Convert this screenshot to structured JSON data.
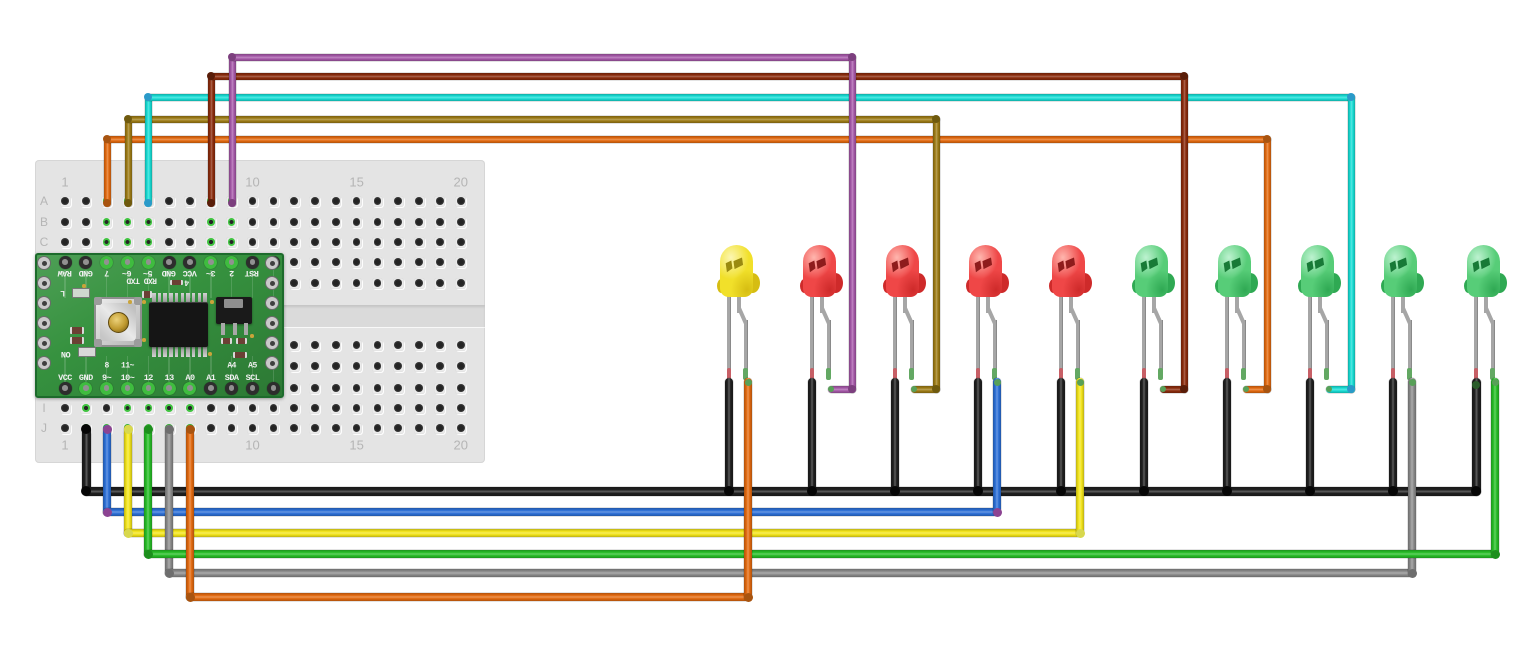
{
  "canvas": {
    "background": "#ffffff"
  },
  "breadboard": {
    "column_numbers": [
      {
        "label": "1",
        "col": 1
      },
      {
        "label": "10",
        "col": 10
      },
      {
        "label": "15",
        "col": 15
      },
      {
        "label": "20",
        "col": 20
      }
    ],
    "row_letters_top": [
      "A",
      "B",
      "C"
    ],
    "row_letters_bottom": [
      "I",
      "J"
    ]
  },
  "board": {
    "top_pins": [
      "RAW",
      "GND",
      "7",
      "6~",
      "5~",
      "GND",
      "VCC",
      "3~",
      "2",
      "RST"
    ],
    "pin4_label": "4",
    "serial_label": "RXD TXD",
    "bottom_upper_labels": [
      {
        "label": "8",
        "col": 3
      },
      {
        "label": "11~",
        "col": 4
      },
      {
        "label": "A4",
        "col": 9
      },
      {
        "label": "A5",
        "col": 10
      }
    ],
    "bottom_lower_labels": [
      {
        "label": "VCC",
        "col": 1
      },
      {
        "label": "GND",
        "col": 2
      },
      {
        "label": "9~",
        "col": 3
      },
      {
        "label": "10~",
        "col": 4
      },
      {
        "label": "12",
        "col": 5
      },
      {
        "label": "13",
        "col": 6
      },
      {
        "label": "A0",
        "col": 7
      },
      {
        "label": "A1",
        "col": 8
      },
      {
        "label": "SDA",
        "col": 9
      },
      {
        "label": "SCL",
        "col": 10
      }
    ],
    "led_label": "L",
    "on_label": "ON"
  },
  "leds": [
    {
      "body": "yellow",
      "wire": "orange",
      "pin": "A0"
    },
    {
      "body": "red",
      "wire": "purple",
      "pin": "2"
    },
    {
      "body": "red",
      "wire": "olive",
      "pin": "6~"
    },
    {
      "body": "red",
      "wire": "blue",
      "pin": "9~"
    },
    {
      "body": "red",
      "wire": "yellow",
      "pin": "10~"
    },
    {
      "body": "green",
      "wire": "brown",
      "pin": "3~"
    },
    {
      "body": "green",
      "wire": "orange",
      "pin": "7"
    },
    {
      "body": "green",
      "wire": "cyan",
      "pin": "5~"
    },
    {
      "body": "green",
      "wire": "gray",
      "pin": "13"
    },
    {
      "body": "green",
      "wire": "green",
      "pin": "12"
    }
  ],
  "wires": [
    {
      "id": "gnd-bus",
      "color": "black",
      "from": "GND (J2)",
      "to": "all LED cathodes"
    },
    {
      "id": "wire-blue",
      "color": "blue",
      "from": "pin 9~ (J3)",
      "to": "LED 4 anode"
    },
    {
      "id": "wire-yellow",
      "color": "yellow",
      "from": "pin 10~ (J4)",
      "to": "LED 5 anode"
    },
    {
      "id": "wire-gray",
      "color": "gray",
      "from": "pin 13 (J6)",
      "to": "LED 9 anode"
    },
    {
      "id": "wire-green",
      "color": "green",
      "from": "pin 12 (J5)",
      "to": "LED 10 anode"
    },
    {
      "id": "wire-orange-a0",
      "color": "orange",
      "from": "pin A0 (J7)",
      "to": "LED 1 anode"
    },
    {
      "id": "wire-orange-pin7",
      "color": "orange",
      "from": "pin 7 (A3)",
      "to": "LED 7 anode"
    },
    {
      "id": "wire-olive-pin6",
      "color": "olive",
      "from": "pin 6~ (A4)",
      "to": "LED 3 anode"
    },
    {
      "id": "wire-cyan-pin5",
      "color": "cyan",
      "from": "pin 5~ (A5)",
      "to": "LED 8 anode"
    },
    {
      "id": "wire-brown-pin3",
      "color": "brown",
      "from": "pin 3~ (A8)",
      "to": "LED 6 anode"
    },
    {
      "id": "wire-purple-pin2",
      "color": "purple",
      "from": "pin 2 (A9)",
      "to": "LED 2 anode"
    }
  ],
  "wire_colors": {
    "orange": "#e2690f",
    "olive": "#9d7b15",
    "cyan": "#17dcd4",
    "brown": "#8a2c0d",
    "purple": "#a558a8",
    "blue": "#2c6fd6",
    "yellow": "#f2e41a",
    "green": "#27bd27",
    "gray": "#8b8b8b",
    "black": "#1f1f1f"
  },
  "wire_dots": {
    "orange": "#a85410",
    "olive": "#6f5a0e",
    "cyan": "#2a9ac9",
    "brown": "#591d08",
    "purple": "#7c3f7e",
    "blue": "#8c4392",
    "yellow": "#d8d84e",
    "green": "#1d8f1d",
    "gray": "#6e6e6e",
    "black": "#060606"
  },
  "anode_dot": "#58a058",
  "led_palette": {
    "yellow": {
      "base": "#f1e02a",
      "light": "#fcf6b2",
      "dark": "#d6bd12",
      "glyph": "#9a8a10"
    },
    "red": {
      "base": "#ef4747",
      "light": "#ffb6ae",
      "dark": "#ce2a2a",
      "glyph": "#8e1c1c"
    },
    "green": {
      "base": "#57cd78",
      "light": "#bdf2d0",
      "dark": "#2fa953",
      "glyph": "#187a37"
    }
  },
  "board_colors": {
    "pcb": "#36923f",
    "pcb_edge": "#1d6b2c",
    "pad_ring": "#2d2d2d",
    "pad_green": "#3fbc3f",
    "pad_center": "#919191",
    "edge_pad": "#c9c9c9",
    "breadboard": "#e4e4e4",
    "hole": "#3b3b3b",
    "hole_green": "#41c441",
    "channel": "#dadada"
  }
}
